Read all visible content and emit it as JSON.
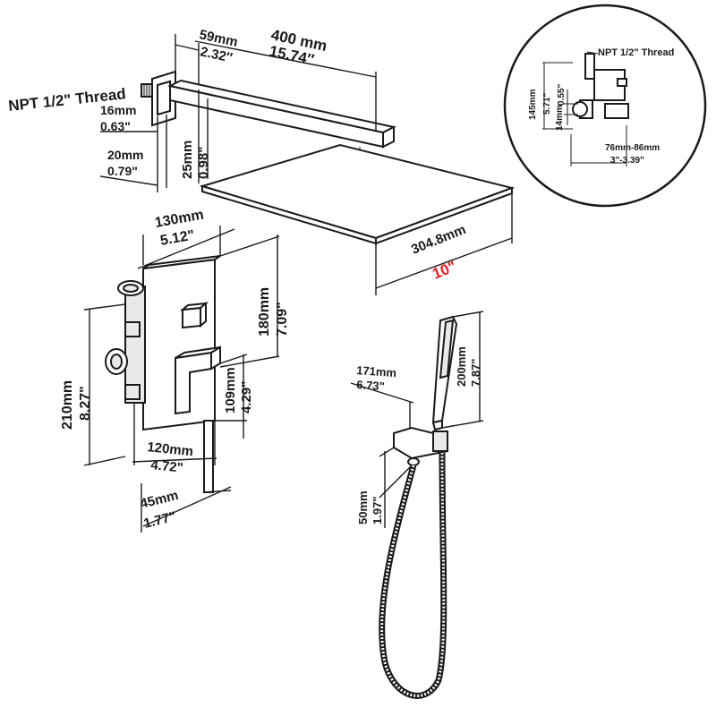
{
  "arm": {
    "length_mm": "400 mm",
    "length_in": "15.74″",
    "flange_mm": "59mm",
    "flange_in": "2.32″",
    "thread": "NPT 1/2\" Thread",
    "d16_mm": "16mm",
    "d16_in": "0.63\"",
    "d20_mm": "20mm",
    "d20_in": "0.79\"",
    "d25_mm": "25mm",
    "d25_in": "0.98\""
  },
  "head": {
    "width_mm": "304.8mm",
    "width_in": "10\""
  },
  "valve": {
    "plate_w_mm": "130mm",
    "plate_w_in": "5.12\"",
    "plate_h_mm": "180mm",
    "plate_h_in": "7.09\"",
    "total_h_mm": "210mm",
    "total_h_in": "8.27\"",
    "handle_mm": "109mm",
    "handle_in": "4.29\"",
    "body_mm": "120mm",
    "body_in": "4.72\"",
    "depth_mm": "45mm",
    "depth_in": "1.77\""
  },
  "handshower": {
    "width_mm": "171mm",
    "width_in": "6.73\"",
    "height_mm": "200mm",
    "height_in": "7.87\"",
    "bracket_mm": "50mm",
    "bracket_in": "1.97\""
  },
  "inset": {
    "thread": "NPT 1/2\" Thread",
    "h145_mm": "145mm",
    "h145_in": "5.71\"",
    "h14_mm": "14mm",
    "h14_in": "0.55\"",
    "depth_mm": "76mm-86mm",
    "depth_in": "3\"-3.39\""
  }
}
